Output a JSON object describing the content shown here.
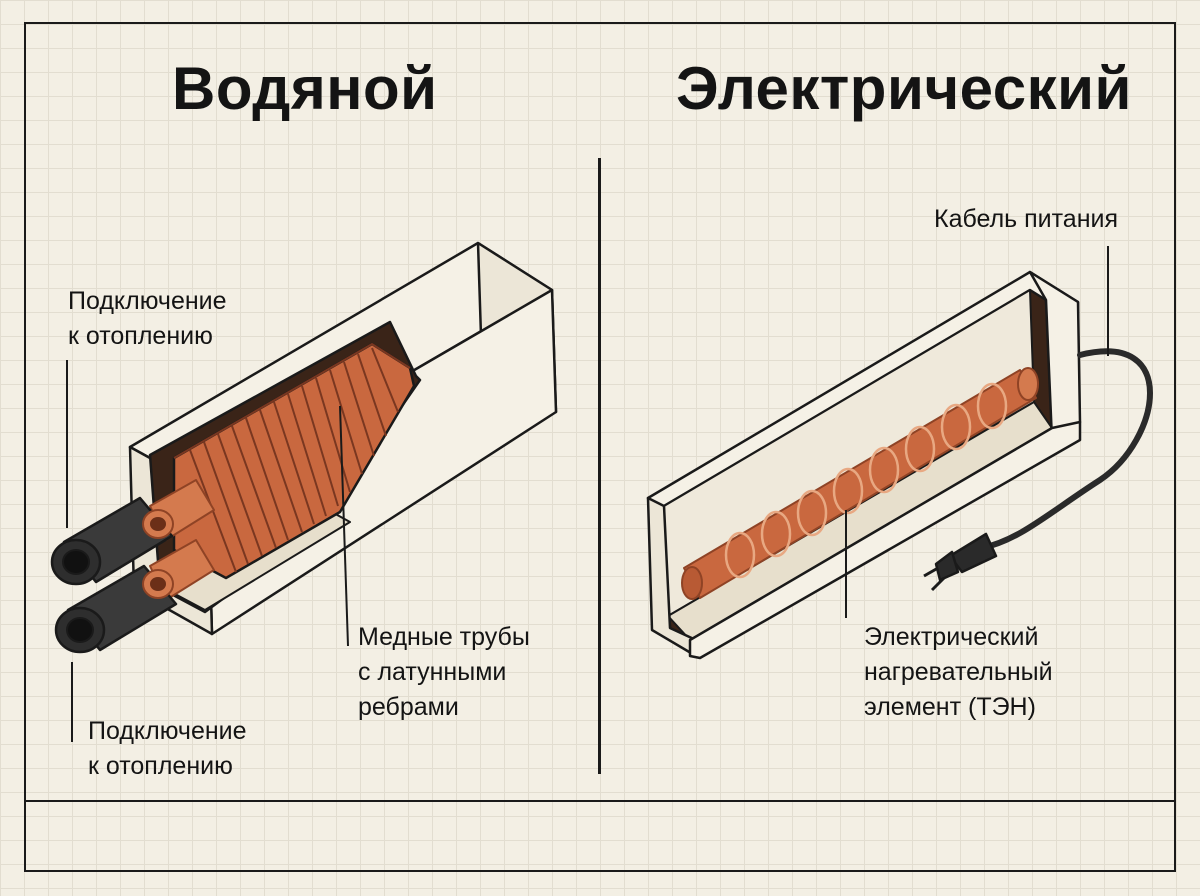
{
  "titles": {
    "water": "Водяной",
    "electric": "Электрический"
  },
  "water": {
    "label_connection_top": [
      "Подключение",
      "к отоплению"
    ],
    "label_pipes": [
      "Медные трубы",
      "с латунными",
      "ребрами"
    ],
    "label_connection_bottom": [
      "Подключение",
      "к отоплению"
    ]
  },
  "electric": {
    "label_cable": "Кабель питания",
    "label_element": [
      "Электрический",
      "нагревательный",
      "элемент (ТЭН)"
    ]
  },
  "colors": {
    "background": "#f3efe4",
    "grid": "#e2ddd0",
    "ink": "#1a1a1a",
    "housing": "#f5f1e6",
    "copper": "#c9683f",
    "copper_dark": "#8f4325",
    "pipe_black": "#2e2e2e"
  }
}
